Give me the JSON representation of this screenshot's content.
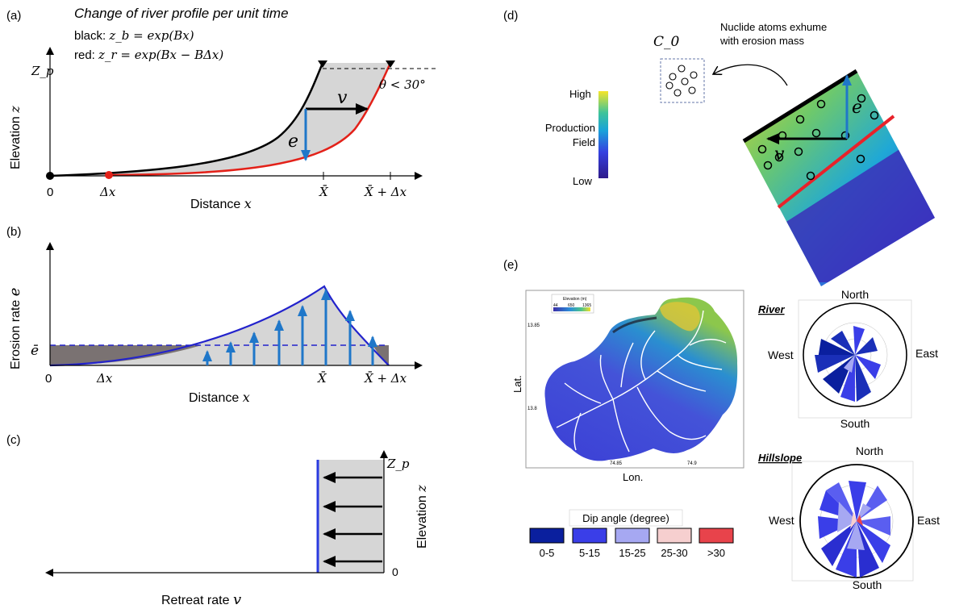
{
  "panel_labels": {
    "a": "(a)",
    "b": "(b)",
    "c": "(c)",
    "d": "(d)",
    "e": "(e)"
  },
  "panel_a": {
    "title": "Change of river profile per unit time",
    "black_prefix": "black: ",
    "black_eq": "z_b = exp(Bx)",
    "red_prefix": "red: ",
    "red_eq": "z_r = exp(Bx − BΔx)",
    "ylabel": "Elevation",
    "ylabel_var": "z",
    "xlabel": "Distance",
    "xlabel_var": "x",
    "zp": "Z_p",
    "tick_0": "0",
    "tick_dx": "Δx",
    "tick_X": "X̄",
    "tick_Xdx": "X̄ + Δx",
    "v": "v",
    "e": "e",
    "theta": "θ < 30°",
    "colors": {
      "black_curve": "#000000",
      "red_curve": "#e32119",
      "fill": "#d6d6d6",
      "arrow_blue": "#1f77c9"
    }
  },
  "panel_b": {
    "ylabel": "Erosion rate",
    "ylabel_var": "e",
    "xlabel": "Distance",
    "xlabel_var": "x",
    "ebar": "ē",
    "tick_0": "0",
    "tick_dx": "Δx",
    "tick_X": "X̄",
    "tick_Xdx": "X̄ + Δx",
    "colors": {
      "curve": "#2222cc",
      "dark_fill": "#7a7272",
      "light_fill": "#d6d6d6",
      "arrow": "#1f77c9"
    }
  },
  "panel_c": {
    "xlabel": "Retreat rate",
    "xlabel_var": "v",
    "ylabel": "Elevation",
    "ylabel_var": "z",
    "zp": "Z_p",
    "zero": "0",
    "colors": {
      "line": "#2a3be0",
      "fill": "#d6d6d6"
    }
  },
  "panel_d": {
    "c0": "C_0",
    "nuclide_text_1": "Nuclide atoms exhume",
    "nuclide_text_2": "with erosion mass",
    "colorbar_high": "High",
    "colorbar_low": "Low",
    "production_1": "Production",
    "production_2": "Field",
    "v": "v",
    "e": "e"
  },
  "panel_e": {
    "map_title": "Elevation (m)",
    "elev_ticks": [
      "44",
      "650",
      "1365"
    ],
    "lat_label": "Lat.",
    "lon_label": "Lon.",
    "lat_ticks": [
      "13.85",
      "13.8"
    ],
    "lon_ticks": [
      "74.85",
      "74.9"
    ],
    "river_label": "River",
    "hillslope_label": "Hillslope",
    "north": "North",
    "south": "South",
    "east": "East",
    "west": "West",
    "legend_title": "Dip angle (degree)",
    "legend": [
      {
        "label": "0-5",
        "color": "#0a1f9e"
      },
      {
        "label": "5-15",
        "color": "#3a3ee8"
      },
      {
        "label": "15-25",
        "color": "#a6a8f2"
      },
      {
        "label": "25-30",
        "color": "#f6cfcf"
      },
      {
        "label": ">30",
        "color": "#e8434b"
      }
    ]
  }
}
